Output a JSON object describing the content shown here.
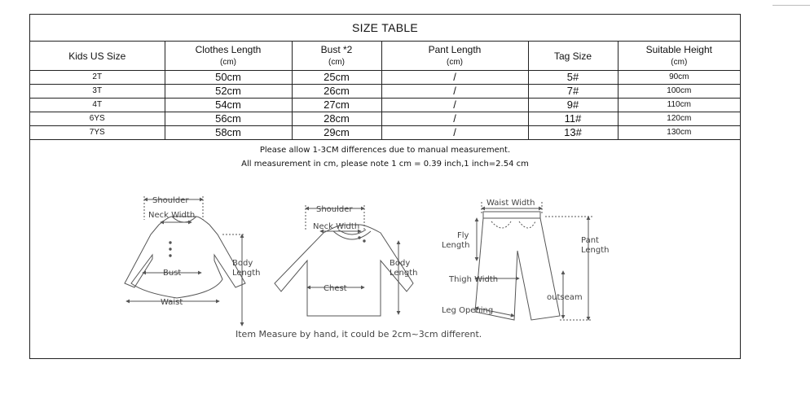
{
  "table": {
    "title": "SIZE TABLE",
    "headers": [
      {
        "label": "Kids US Size",
        "unit": ""
      },
      {
        "label": "Clothes Length",
        "unit": "(cm)"
      },
      {
        "label": "Bust *2",
        "unit": "(cm)"
      },
      {
        "label": "Pant  Length",
        "unit": "(cm)"
      },
      {
        "label": "Tag Size",
        "unit": ""
      },
      {
        "label": "Suitable Height",
        "unit": "(cm)"
      }
    ],
    "rows": [
      [
        "2T",
        "50cm",
        "25cm",
        "/",
        "5#",
        "90cm"
      ],
      [
        "3T",
        "52cm",
        "26cm",
        "/",
        "7#",
        "100cm"
      ],
      [
        "4T",
        "54cm",
        "27cm",
        "/",
        "9#",
        "110cm"
      ],
      [
        "6YS",
        "56cm",
        "28cm",
        "/",
        "11#",
        "120cm"
      ],
      [
        "7YS",
        "58cm",
        "29cm",
        "/",
        "13#",
        "130cm"
      ]
    ]
  },
  "notes": {
    "line1": "Please allow 1-3CM differences due to manual measurement.",
    "line2": "All measurement in cm, please note 1 cm = 0.39 inch,1 inch=2.54 cm"
  },
  "dress_diagram": {
    "shoulder": "Shoulder",
    "neck_width": "Neck Width",
    "bust": "Bust",
    "waist": "Waist",
    "body_length_1": "Body",
    "body_length_2": "Length"
  },
  "shirt_diagram": {
    "shoulder": "Shoulder",
    "neck_width": "Neck Width",
    "chest": "Chest",
    "body_length_1": "Body",
    "body_length_2": "Length"
  },
  "pants_diagram": {
    "waist_width": "Waist Width",
    "fly_length_1": "Fly",
    "fly_length_2": "Length",
    "pant_length_1": "Pant",
    "pant_length_2": "Length",
    "thigh_width": "Thigh Width",
    "outseam": "outseam",
    "leg_opening": "Leg Opening"
  },
  "footer_note": "Item Measure by hand, it could be 2cm~3cm different."
}
